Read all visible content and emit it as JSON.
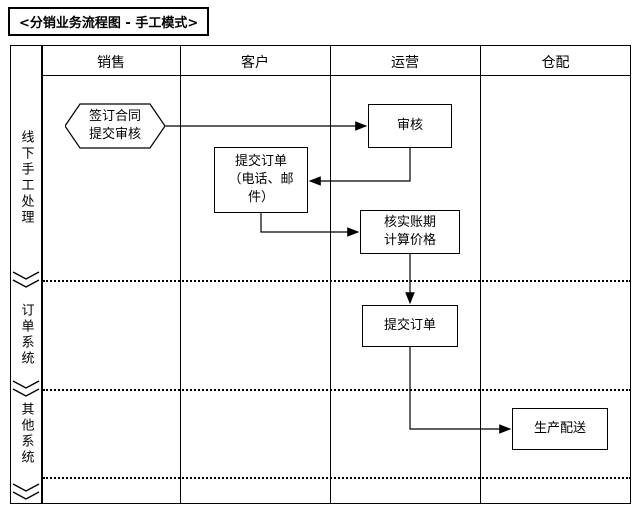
{
  "title": "<分销业务流程图 - 手工模式>",
  "header": {
    "columns": [
      "销售",
      "客户",
      "运营",
      "仓配"
    ]
  },
  "lanes": [
    "线下手工处理",
    "订单系统",
    "其他系统"
  ],
  "nodes": {
    "sign_contract": {
      "line1": "签订合同",
      "line2": "提交审核"
    },
    "review": {
      "label": "审核"
    },
    "customer_order": {
      "line1": "提交订单",
      "line2": "（电话、邮",
      "line3": "件）"
    },
    "verify_price": {
      "line1": "核实账期",
      "line2": "计算价格"
    },
    "submit_order": {
      "label": "提交订单"
    },
    "production": {
      "label": "生产配送"
    }
  },
  "colors": {
    "line": "#000000",
    "background": "#ffffff"
  }
}
